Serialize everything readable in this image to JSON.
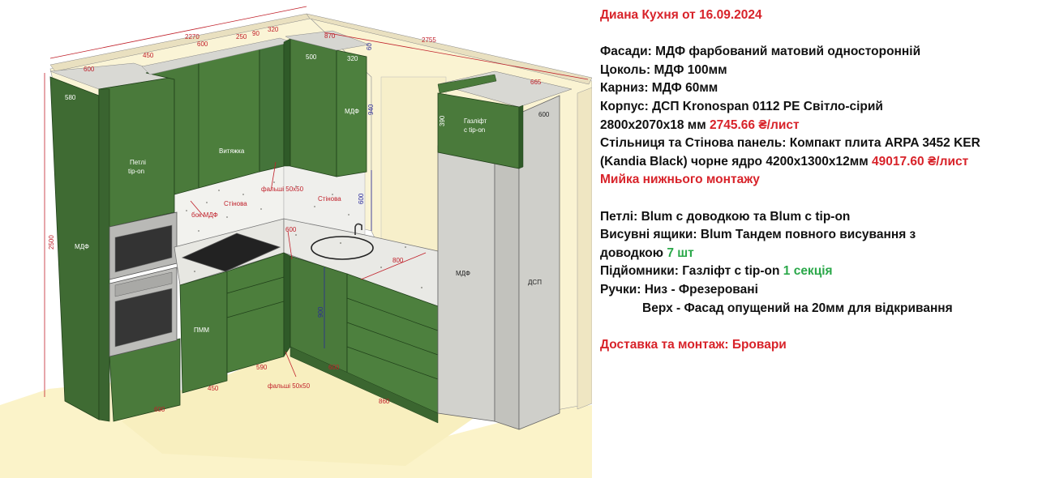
{
  "spec": {
    "title": "Диана Кухня от 16.09.2024",
    "facades": "Фасади: МДФ фарбований матовий односторонній",
    "plinth": "Цоколь: МДФ 100мм",
    "cornice": "Карниз: МДФ 60мм",
    "carcass": "Корпус: ДСП Kronospan 0112 PE Світло-сірий",
    "carcass_size": "2800x2070x18 мм",
    "carcass_price": "2745.66 ₴/лист",
    "worktop_1": "Стільниця та Стінова панель: Компакт плита ARPA 3452 KER",
    "worktop_2": "(Kandia Black) чорне ядро 4200x1300x12мм",
    "worktop_price": "49017.60 ₴/лист",
    "sink": "Мийка нижнього монтажу",
    "hinges": "Петлі: Blum с доводкою та Blum с tip-on",
    "drawers_1": "Висувні ящики: Blum Тандем повного висування з",
    "drawers_2": "доводкою",
    "drawers_count": "7 шт",
    "lifts": "Підйомники: Газліфт с tip-on",
    "lifts_count": "1 секція",
    "handles_bottom": "Ручки: Низ - Фрезеровані",
    "handles_top": "Верх - Фасад опущений на 20мм для відкривання",
    "delivery": "Доставка та монтаж: Бровари"
  },
  "drawing": {
    "dims": {
      "d2270": "2270",
      "d2755": "2755",
      "d600a": "600",
      "d450a": "450",
      "d600b": "600",
      "d250": "250",
      "d90": "90",
      "d320a": "320",
      "d870": "870",
      "d60a": "60",
      "d665": "665",
      "d580": "580",
      "d500": "500",
      "d320b": "320",
      "d940": "940",
      "d390": "390",
      "d600c": "600",
      "d2500": "2500",
      "d600d": "600",
      "d600e": "600",
      "d800": "800",
      "d590": "590",
      "d450b": "450",
      "d600f": "600",
      "d600g": "600",
      "d860": "860",
      "d900": "900",
      "falshi_top": "фальші 50x50",
      "falshi_bottom": "фальші 50x50",
      "bok_mdf": "бок МДФ",
      "stinova_1": "Стінова",
      "stinova_2": "Стінова"
    },
    "labels": {
      "petli": "Петлі",
      "tipon": "tip-on",
      "vytyazhka": "Витяжка",
      "mdf_tall": "МДФ",
      "mdf_upper": "МДФ",
      "gazlift": "Газліфт",
      "gazlift_tipon": "с tip-on",
      "mdf_fridge": "МДФ",
      "dsp": "ДСП",
      "pmm": "ПММ"
    }
  }
}
